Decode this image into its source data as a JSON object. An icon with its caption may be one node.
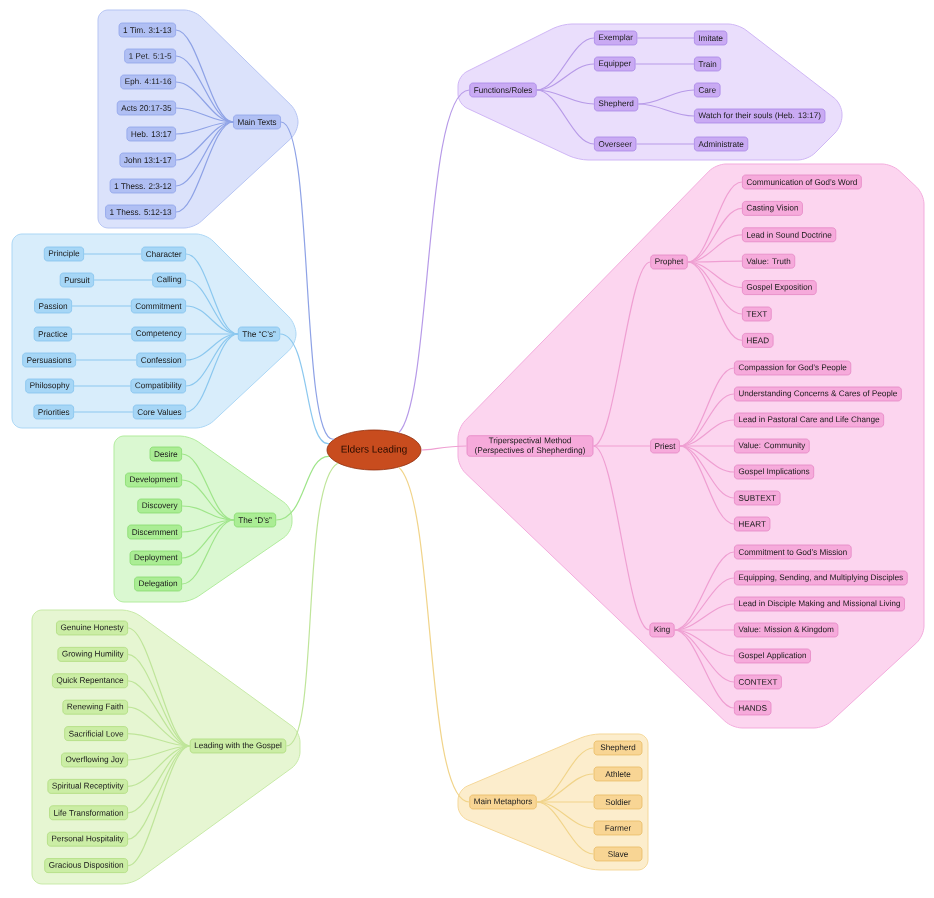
{
  "diagram": {
    "nodes": [
      {
        "text": [
          "Elders Leading"
        ]
      },
      {
        "text": [
          "Main Texts"
        ]
      },
      {
        "text": [
          "1 Tim. 3:1-13"
        ]
      },
      {
        "text": [
          "1 Pet. 5:1-5"
        ]
      },
      {
        "text": [
          "Eph. 4:11-16"
        ]
      },
      {
        "text": [
          "Acts 20:17-35"
        ]
      },
      {
        "text": [
          "Heb. 13:17"
        ]
      },
      {
        "text": [
          "John 13:1-17"
        ]
      },
      {
        "text": [
          "1 Thess. 2:3-12"
        ]
      },
      {
        "text": [
          "1 Thess. 5:12-13"
        ]
      },
      {
        "text": [
          "The “C’s”"
        ]
      },
      {
        "text": [
          "Character"
        ]
      },
      {
        "text": [
          "Calling"
        ]
      },
      {
        "text": [
          "Commitment"
        ]
      },
      {
        "text": [
          "Competency"
        ]
      },
      {
        "text": [
          "Confession"
        ]
      },
      {
        "text": [
          "Compatibility"
        ]
      },
      {
        "text": [
          "Core Values"
        ]
      },
      {
        "text": [
          "Principle"
        ]
      },
      {
        "text": [
          "Pursuit"
        ]
      },
      {
        "text": [
          "Passion"
        ]
      },
      {
        "text": [
          "Practice"
        ]
      },
      {
        "text": [
          "Persuasions"
        ]
      },
      {
        "text": [
          "Philosophy"
        ]
      },
      {
        "text": [
          "Priorities"
        ]
      },
      {
        "text": [
          "The “D’s”"
        ]
      },
      {
        "text": [
          "Desire"
        ]
      },
      {
        "text": [
          "Development"
        ]
      },
      {
        "text": [
          "Discovery"
        ]
      },
      {
        "text": [
          "Discernment"
        ]
      },
      {
        "text": [
          "Deployment"
        ]
      },
      {
        "text": [
          "Delegation"
        ]
      },
      {
        "text": [
          "Leading with the Gospel"
        ]
      },
      {
        "text": [
          "Genuine Honesty"
        ]
      },
      {
        "text": [
          "Growing Humility"
        ]
      },
      {
        "text": [
          "Quick Repentance"
        ]
      },
      {
        "text": [
          "Renewing Faith"
        ]
      },
      {
        "text": [
          "Sacrificial Love"
        ]
      },
      {
        "text": [
          "Overflowing Joy"
        ]
      },
      {
        "text": [
          "Spiritual Receptivity"
        ]
      },
      {
        "text": [
          "Life Transformation"
        ]
      },
      {
        "text": [
          "Personal Hospitality"
        ]
      },
      {
        "text": [
          "Gracious Disposition"
        ]
      },
      {
        "text": [
          "Functions/Roles"
        ]
      },
      {
        "text": [
          "Exemplar"
        ]
      },
      {
        "text": [
          "Equipper"
        ]
      },
      {
        "text": [
          "Shepherd"
        ]
      },
      {
        "text": [
          "Overseer"
        ]
      },
      {
        "text": [
          "Imitate"
        ]
      },
      {
        "text": [
          "Train"
        ]
      },
      {
        "text": [
          "Care"
        ]
      },
      {
        "text": [
          "Watch for their souls (Heb. 13:17)"
        ]
      },
      {
        "text": [
          "Administrate"
        ]
      },
      {
        "text": [
          "Triperspectival Method (Perspectives of Shepherding)"
        ]
      },
      {
        "text": [
          "Prophet"
        ]
      },
      {
        "text": [
          "Communication of God’s Word"
        ]
      },
      {
        "text": [
          "Casting Vision"
        ]
      },
      {
        "text": [
          "Lead in Sound Doctrine"
        ]
      },
      {
        "text": [
          "Value: Truth"
        ]
      },
      {
        "text": [
          "Gospel Exposition"
        ]
      },
      {
        "text": [
          "TEXT"
        ]
      },
      {
        "text": [
          "HEAD"
        ]
      },
      {
        "text": [
          "Priest"
        ]
      },
      {
        "text": [
          "Compassion for God’s People"
        ]
      },
      {
        "text": [
          "Understanding Concerns & Cares of People"
        ]
      },
      {
        "text": [
          "Lead in Pastoral Care and Life Change"
        ]
      },
      {
        "text": [
          "Value: Community"
        ]
      },
      {
        "text": [
          "Gospel Implications"
        ]
      },
      {
        "text": [
          "SUBTEXT"
        ]
      },
      {
        "text": [
          "HEART"
        ]
      },
      {
        "text": [
          "King"
        ]
      },
      {
        "text": [
          "Commitment to God’s Mission"
        ]
      },
      {
        "text": [
          "Equipping, Sending, and Multiplying Disciples"
        ]
      },
      {
        "text": [
          "Lead in Disciple Making and Missional Living"
        ]
      },
      {
        "text": [
          "Value: Mission & Kingdom"
        ]
      },
      {
        "text": [
          "Gospel Application"
        ]
      },
      {
        "text": [
          "CONTEXT"
        ]
      },
      {
        "text": [
          "HANDS"
        ]
      },
      {
        "text": [
          "Main Metaphors"
        ]
      },
      {
        "text": [
          "Shepherd"
        ]
      },
      {
        "text": [
          "Athlete"
        ]
      },
      {
        "text": [
          "Soldier"
        ]
      },
      {
        "text": [
          "Farmer"
        ]
      },
      {
        "text": [
          "Slave"
        ]
      }
    ],
    "edges": [
      {
        "from": 0,
        "to": 1,
        "arrow": "none",
        "color": "#8ea2e6"
      },
      {
        "from": 0,
        "to": 10,
        "arrow": "none",
        "color": "#8cc8ef"
      },
      {
        "from": 0,
        "to": 25,
        "arrow": "none",
        "color": "#9fe58a"
      },
      {
        "from": 0,
        "to": 32,
        "arrow": "none",
        "color": "#bfe59a"
      },
      {
        "from": 0,
        "to": 43,
        "arrow": "none",
        "color": "#b79ae8"
      },
      {
        "from": 0,
        "to": 53,
        "arrow": "none"
      },
      {
        "from": 0,
        "to": 78,
        "arrow": "none",
        "color": "#f1d48a"
      },
      {
        "from": 1,
        "to": 2,
        "arrow": "none",
        "color": "#8ea2e6"
      },
      {
        "from": 1,
        "to": 3,
        "arrow": "none",
        "color": "#8ea2e6"
      },
      {
        "from": 1,
        "to": 4,
        "arrow": "none",
        "color": "#8ea2e6"
      },
      {
        "from": 1,
        "to": 5,
        "arrow": "none",
        "color": "#8ea2e6"
      },
      {
        "from": 1,
        "to": 6,
        "arrow": "none",
        "color": "#8ea2e6"
      },
      {
        "from": 1,
        "to": 7,
        "arrow": "none",
        "color": "#8ea2e6"
      },
      {
        "from": 1,
        "to": 8,
        "arrow": "none",
        "color": "#8ea2e6"
      },
      {
        "from": 1,
        "to": 9,
        "arrow": "none",
        "color": "#8ea2e6"
      },
      {
        "from": 10,
        "to": 11,
        "arrow": "none",
        "color": "#8cc8ef"
      },
      {
        "from": 10,
        "to": 12,
        "arrow": "none",
        "color": "#8cc8ef"
      },
      {
        "from": 10,
        "to": 13,
        "arrow": "none",
        "color": "#8cc8ef"
      },
      {
        "from": 10,
        "to": 14,
        "arrow": "none",
        "color": "#8cc8ef"
      },
      {
        "from": 10,
        "to": 15,
        "arrow": "none",
        "color": "#8cc8ef"
      },
      {
        "from": 10,
        "to": 16,
        "arrow": "none",
        "color": "#8cc8ef"
      },
      {
        "from": 10,
        "to": 17,
        "arrow": "none",
        "color": "#8cc8ef"
      },
      {
        "from": 11,
        "to": 18,
        "arrow": "none",
        "color": "#8cc8ef"
      },
      {
        "from": 12,
        "to": 19,
        "arrow": "none",
        "color": "#8cc8ef"
      },
      {
        "from": 13,
        "to": 20,
        "arrow": "none",
        "color": "#8cc8ef"
      },
      {
        "from": 14,
        "to": 21,
        "arrow": "none",
        "color": "#8cc8ef"
      },
      {
        "from": 15,
        "to": 22,
        "arrow": "none",
        "color": "#8cc8ef"
      },
      {
        "from": 16,
        "to": 23,
        "arrow": "none",
        "color": "#8cc8ef"
      },
      {
        "from": 17,
        "to": 24,
        "arrow": "none",
        "color": "#8cc8ef"
      },
      {
        "from": 25,
        "to": 26,
        "arrow": "none",
        "color": "#9fe58a"
      },
      {
        "from": 25,
        "to": 27,
        "arrow": "none",
        "color": "#9fe58a"
      },
      {
        "from": 25,
        "to": 28,
        "arrow": "none",
        "color": "#9fe58a"
      },
      {
        "from": 25,
        "to": 29,
        "arrow": "none",
        "color": "#9fe58a"
      },
      {
        "from": 25,
        "to": 30,
        "arrow": "none",
        "color": "#9fe58a"
      },
      {
        "from": 25,
        "to": 31,
        "arrow": "none",
        "color": "#9fe58a"
      },
      {
        "from": 32,
        "to": 33,
        "arrow": "none",
        "color": "#bfe59a"
      },
      {
        "from": 32,
        "to": 34,
        "arrow": "none",
        "color": "#bfe59a"
      },
      {
        "from": 32,
        "to": 35,
        "arrow": "none",
        "color": "#bfe59a"
      },
      {
        "from": 32,
        "to": 36,
        "arrow": "none",
        "color": "#bfe59a"
      },
      {
        "from": 32,
        "to": 37,
        "arrow": "none",
        "color": "#bfe59a"
      },
      {
        "from": 32,
        "to": 38,
        "arrow": "none",
        "color": "#bfe59a"
      },
      {
        "from": 32,
        "to": 39,
        "arrow": "none",
        "color": "#bfe59a"
      },
      {
        "from": 32,
        "to": 40,
        "arrow": "none",
        "color": "#bfe59a"
      },
      {
        "from": 32,
        "to": 41,
        "arrow": "none",
        "color": "#bfe59a"
      },
      {
        "from": 32,
        "to": 42,
        "arrow": "none",
        "color": "#bfe59a"
      },
      {
        "from": 43,
        "to": 44,
        "arrow": "none",
        "color": "#b79ae8"
      },
      {
        "from": 43,
        "to": 45,
        "arrow": "none",
        "color": "#b79ae8"
      },
      {
        "from": 43,
        "to": 46,
        "arrow": "none",
        "color": "#b79ae8"
      },
      {
        "from": 43,
        "to": 47,
        "arrow": "none",
        "color": "#b79ae8"
      },
      {
        "from": 44,
        "to": 48,
        "arrow": "none",
        "color": "#b79ae8"
      },
      {
        "from": 45,
        "to": 49,
        "arrow": "none",
        "color": "#b79ae8"
      },
      {
        "from": 46,
        "to": 50,
        "arrow": "none",
        "color": "#b79ae8"
      },
      {
        "from": 46,
        "to": 51,
        "arrow": "none",
        "color": "#b79ae8"
      },
      {
        "from": 47,
        "to": 52,
        "arrow": "none",
        "color": "#b79ae8"
      },
      {
        "from": 53,
        "to": 54,
        "arrow": "none"
      },
      {
        "from": 53,
        "to": 62,
        "arrow": "none"
      },
      {
        "from": 53,
        "to": 70,
        "arrow": "none"
      },
      {
        "from": 54,
        "to": 55,
        "arrow": "none"
      },
      {
        "from": 54,
        "to": 56,
        "arrow": "none"
      },
      {
        "from": 54,
        "to": 57,
        "arrow": "none"
      },
      {
        "from": 54,
        "to": 58,
        "arrow": "none"
      },
      {
        "from": 54,
        "to": 59,
        "arrow": "none"
      },
      {
        "from": 54,
        "to": 60,
        "arrow": "none"
      },
      {
        "from": 54,
        "to": 61,
        "arrow": "none"
      },
      {
        "from": 62,
        "to": 63,
        "arrow": "none"
      },
      {
        "from": 62,
        "to": 64,
        "arrow": "none"
      },
      {
        "from": 62,
        "to": 65,
        "arrow": "none"
      },
      {
        "from": 62,
        "to": 66,
        "arrow": "none"
      },
      {
        "from": 62,
        "to": 67,
        "arrow": "none"
      },
      {
        "from": 62,
        "to": 68,
        "arrow": "none"
      },
      {
        "from": 62,
        "to": 69,
        "arrow": "none"
      },
      {
        "from": 70,
        "to": 71,
        "arrow": "none"
      },
      {
        "from": 70,
        "to": 72,
        "arrow": "none"
      },
      {
        "from": 70,
        "to": 73,
        "arrow": "none"
      },
      {
        "from": 70,
        "to": 74,
        "arrow": "none"
      },
      {
        "from": 70,
        "to": 75,
        "arrow": "none"
      },
      {
        "from": 70,
        "to": 76,
        "arrow": "none"
      },
      {
        "from": 70,
        "to": 77,
        "arrow": "none"
      },
      {
        "from": 78,
        "to": 79,
        "arrow": "none",
        "color": "#f1d48a"
      },
      {
        "from": 78,
        "to": 80,
        "arrow": "none",
        "color": "#f1d48a"
      },
      {
        "from": 78,
        "to": 81,
        "arrow": "none",
        "color": "#f1d48a"
      },
      {
        "from": 78,
        "to": 82,
        "arrow": "none",
        "color": "#f1d48a"
      },
      {
        "from": 78,
        "to": 83,
        "arrow": "none",
        "color": "#f1d48a"
      }
    ]
  }
}
